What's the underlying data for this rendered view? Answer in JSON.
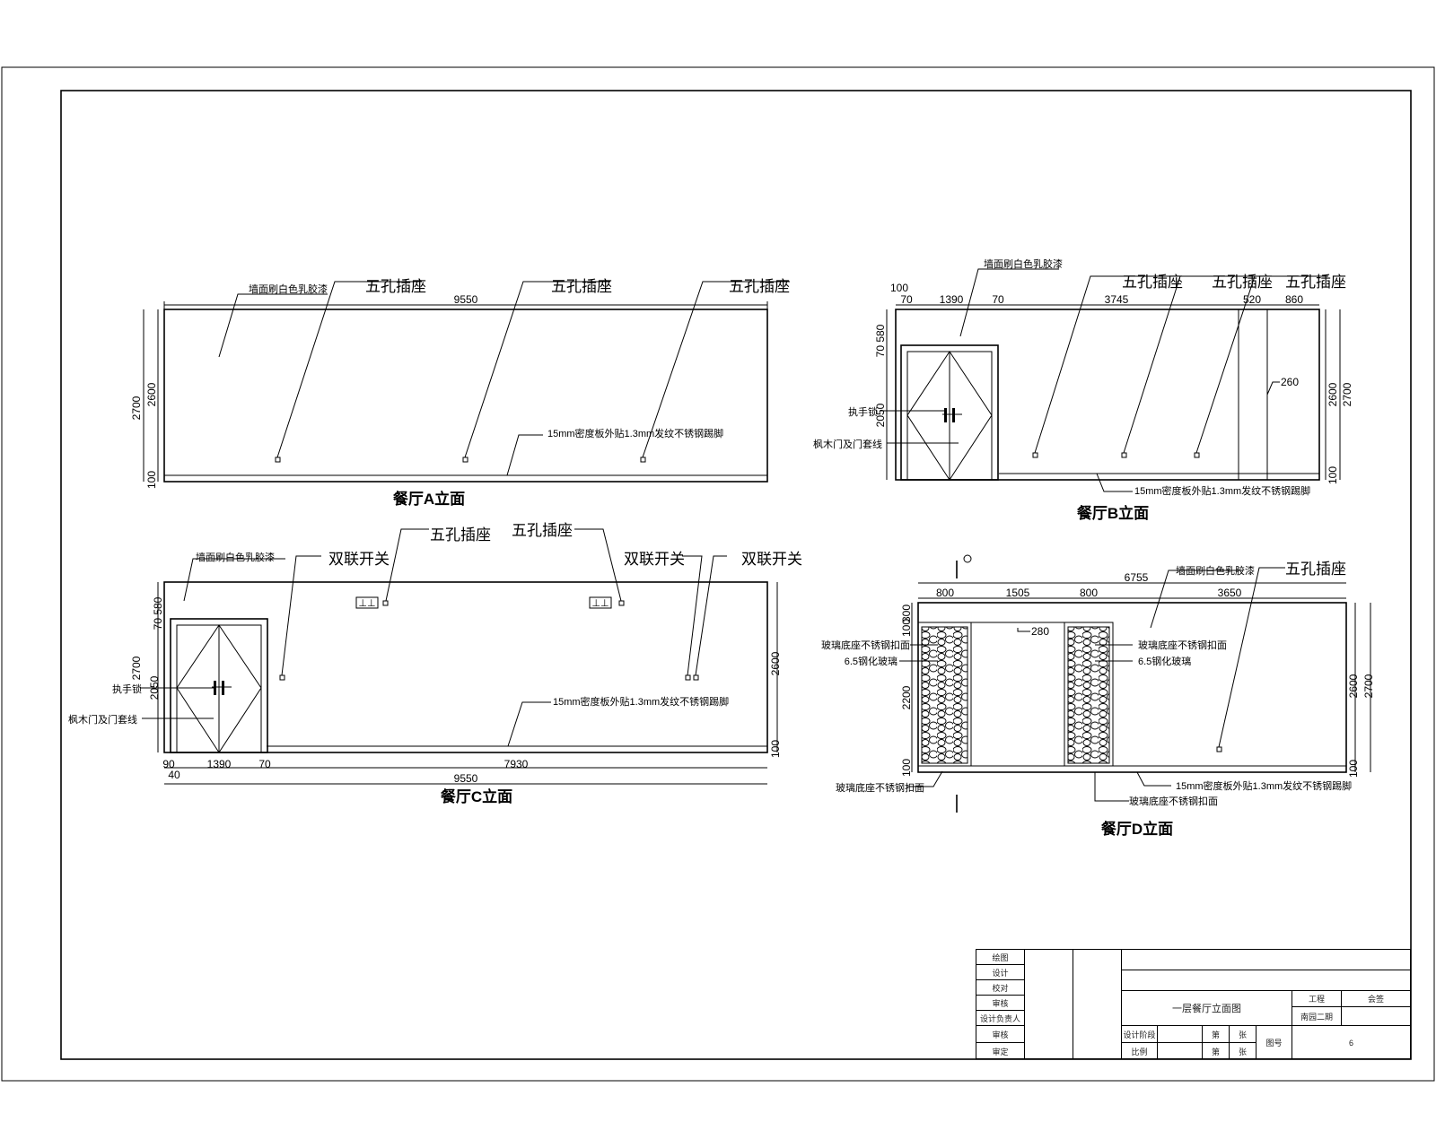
{
  "sheet": {
    "drawing_name": "一层餐厅立面图"
  },
  "elevation_a": {
    "title": "餐厅A立面",
    "wall_finish": "墙面刷白色乳胶漆",
    "socket_label": "五孔插座",
    "socket_label_3": "五孔插座",
    "baseboard": "15mm密度板外贴1.3mm发纹不锈钢踢脚",
    "dim_width": "9550",
    "dim_h_total": "2700",
    "dim_h_wall": "2600",
    "dim_h_base": "100"
  },
  "elevation_b": {
    "title": "餐厅B立面",
    "wall_finish": "墙面刷白色乳胶漆",
    "socket_label": "五孔插座",
    "handle": "执手锁",
    "door_cover": "枫木门及门套线",
    "baseboard": "15mm密度板外贴1.3mm发纹不锈钢踢脚",
    "dims_top": [
      "100",
      "70",
      "1390",
      "70",
      "3745",
      "520",
      "860"
    ],
    "dim_side": "70 580",
    "dim_door": "2050",
    "dim_inner": "260",
    "dim_h_wall": "2600",
    "dim_h_total": "2700",
    "dim_h_base": "100"
  },
  "elevation_c": {
    "title": "餐厅C立面",
    "wall_finish": "墙面刷白色乳胶漆",
    "socket_label": "五孔插座",
    "switch_label": "双联开关",
    "handle": "执手锁",
    "door_cover": "枫木门及门套线",
    "baseboard": "15mm密度板外贴1.3mm发纹不锈钢踢脚",
    "dims_bottom": [
      "90",
      "1390",
      "70",
      "7930"
    ],
    "dim_bottom_small": "40",
    "dim_width": "9550",
    "dim_side": "70 580",
    "dim_h_total": "2700",
    "dim_door": "2050",
    "dim_h_wall": "2600",
    "dim_h_base": "100"
  },
  "elevation_d": {
    "title": "餐厅D立面",
    "wall_finish": "墙面刷白色乳胶漆",
    "socket_label": "五孔插座",
    "trim_top": "玻璃底座不锈钢扣面",
    "glass": "6.5钢化玻璃",
    "trim_bottom": "玻璃底座不锈钢扣面",
    "baseboard": "15mm密度板外贴1.3mm发纹不锈钢踢脚",
    "dim_width": "6755",
    "dims_top": [
      "800",
      "1505",
      "800",
      "3650"
    ],
    "dim_gap": "280",
    "dim_side": [
      "300",
      "100",
      "2200",
      "100"
    ],
    "dim_h_wall": "2600",
    "dim_h_total": "2700",
    "dim_h_base": "100"
  },
  "title_block": {
    "rows": [
      "绘图",
      "设计",
      "校对",
      "审核",
      "设计负责人",
      "审核",
      "审定"
    ],
    "project_phase": "设计阶段",
    "scale": "比例",
    "sheet_no": "图号",
    "client": "南园二期",
    "sheet_label": "工程",
    "ratio_label": "比例",
    "sheet_index": "6",
    "review_label": "会签",
    "count_label": "第",
    "page_label": "张"
  }
}
